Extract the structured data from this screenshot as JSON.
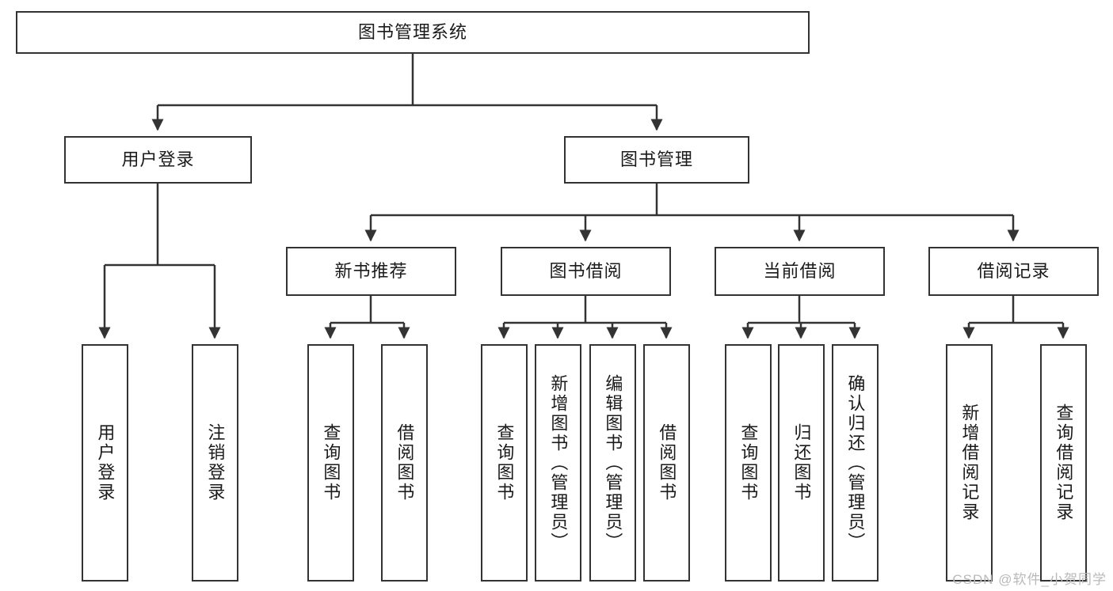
{
  "diagram": {
    "title": "图书管理系统",
    "type": "hierarchy-tree",
    "root": {
      "label": "图书管理系统"
    },
    "level2": [
      {
        "key": "user_login",
        "label": "用户登录"
      },
      {
        "key": "book_manage",
        "label": "图书管理"
      }
    ],
    "level3": [
      {
        "key": "new_book_rec",
        "label": "新书推荐"
      },
      {
        "key": "book_borrow",
        "label": "图书借阅"
      },
      {
        "key": "current_borrow",
        "label": "当前借阅"
      },
      {
        "key": "borrow_record",
        "label": "借阅记录"
      }
    ],
    "leaves": {
      "user_login": [
        {
          "label": "用户登录"
        },
        {
          "label": "注销登录"
        }
      ],
      "new_book_rec": [
        {
          "label": "查询图书"
        },
        {
          "label": "借阅图书"
        }
      ],
      "book_borrow": [
        {
          "label": "查询图书"
        },
        {
          "label": "新增图书（管理员）"
        },
        {
          "label": "编辑图书（管理员）"
        },
        {
          "label": "借阅图书"
        }
      ],
      "current_borrow": [
        {
          "label": "查询图书"
        },
        {
          "label": "归还图书"
        },
        {
          "label": "确认归还（管理员）"
        }
      ],
      "borrow_record": [
        {
          "label": "新增借阅记录"
        },
        {
          "label": "查询借阅记录"
        }
      ]
    }
  },
  "watermark": {
    "text": "CSDN @软件_小贺同学"
  },
  "colors": {
    "stroke": "#333333",
    "fill": "#ffffff",
    "text": "#1a1a1a",
    "watermark": "#b9b9b9"
  }
}
